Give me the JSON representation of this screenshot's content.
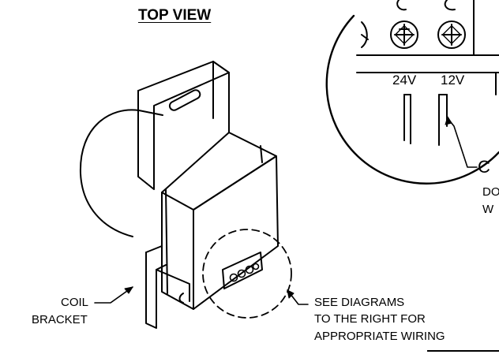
{
  "title": "TOP VIEW",
  "labels": {
    "coil_line1": "COIL",
    "coil_line2": "BRACKET",
    "see_line1": "SEE  DIAGRAMS",
    "see_line2": "TO THE RIGHT FOR",
    "see_line3": "APPROPRIATE WIRING",
    "voltage_24": "24V",
    "voltage_12": "12V",
    "cut_initial": "C",
    "cut_line2": "DO",
    "cut_line3": "W"
  },
  "colors": {
    "ink": "#000000",
    "background": "#ffffff"
  }
}
